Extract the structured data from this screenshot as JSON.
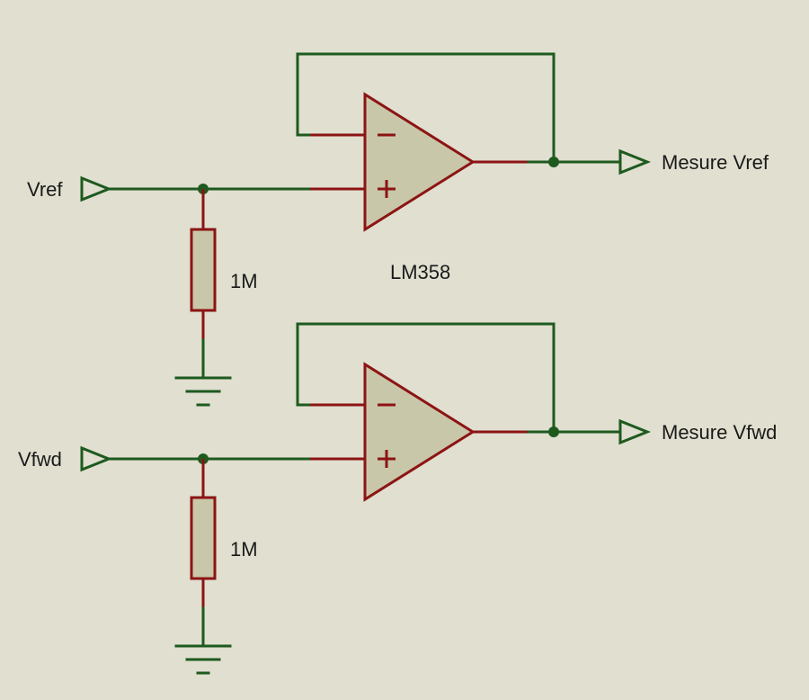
{
  "colors": {
    "background": "#e0dfd0",
    "wire": "#1e5a1e",
    "pin": "#8c1414",
    "component_fill": "#c9c7a9"
  },
  "stages": [
    {
      "input_label": "Vref",
      "output_label": "Mesure Vref",
      "resistor_label": "1M",
      "opamp_minus": "−",
      "opamp_plus": "+"
    },
    {
      "input_label": "Vfwd",
      "output_label": "Mesure Vfwd",
      "resistor_label": "1M",
      "opamp_minus": "−",
      "opamp_plus": "+"
    }
  ],
  "opamp_part": "LM358"
}
